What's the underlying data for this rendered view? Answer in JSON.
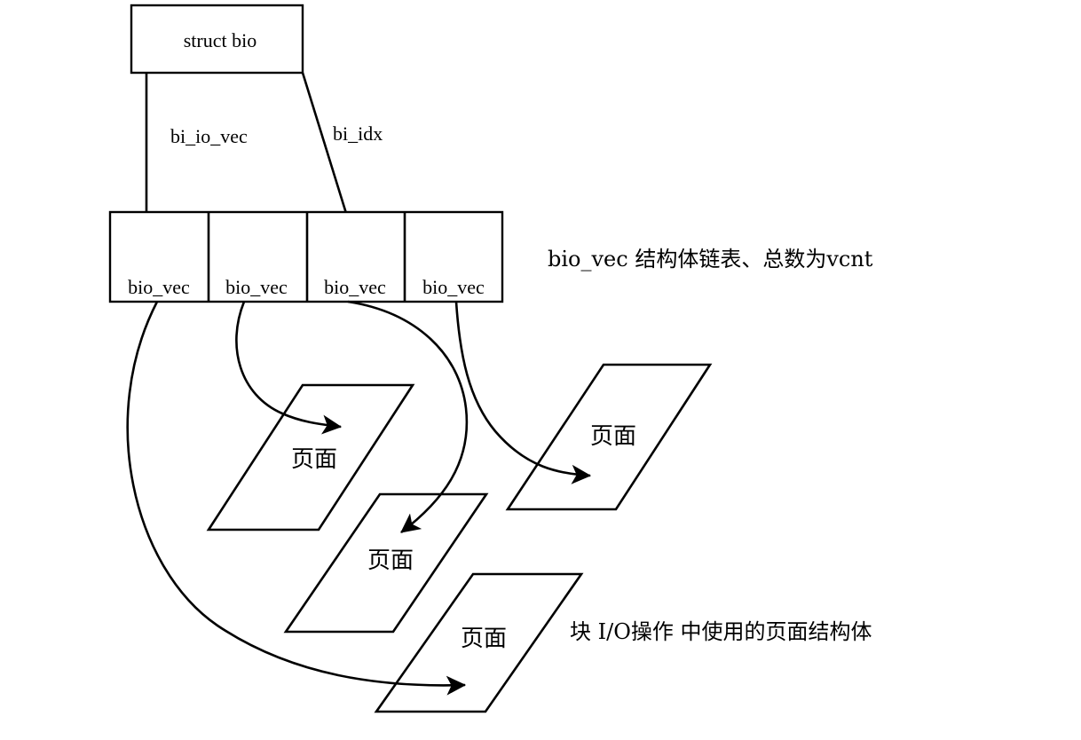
{
  "struct_box": {
    "label": "struct bio"
  },
  "arrows": {
    "io_vec_label": "bi_io_vec",
    "idx_label": "bi_idx"
  },
  "vec_cells": [
    {
      "label": "bio_vec"
    },
    {
      "label": "bio_vec"
    },
    {
      "label": "bio_vec"
    },
    {
      "label": "bio_vec"
    }
  ],
  "vec_list_caption": "bio_vec 结构体链表、总数为vcnt",
  "pages": [
    {
      "label": "页面"
    },
    {
      "label": "页面"
    },
    {
      "label": "页面"
    },
    {
      "label": "页面"
    }
  ],
  "pages_caption": "块 I/O操作 中使用的页面结构体"
}
